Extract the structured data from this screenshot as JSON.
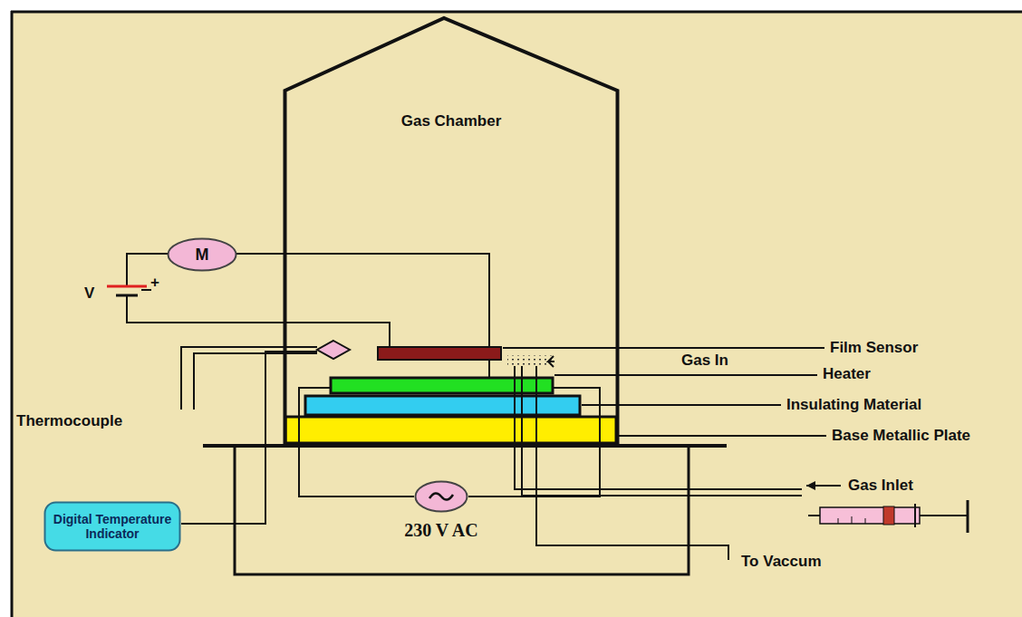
{
  "diagram": {
    "nodes": [
      {
        "text": [
          "Gas Chamber"
        ]
      },
      {
        "text": [
          "M"
        ]
      },
      {
        "text": [
          "Digital Temperature Indicator"
        ]
      },
      {
        "text": [
          "230 V AC"
        ]
      }
    ],
    "labels": [
      "V",
      "+",
      "Film Sensor",
      "Gas In",
      "Heater",
      "Insulating Material",
      "Base Metallic Plate",
      "Thermocouple",
      "Gas Inlet",
      "To Vaccum"
    ]
  }
}
